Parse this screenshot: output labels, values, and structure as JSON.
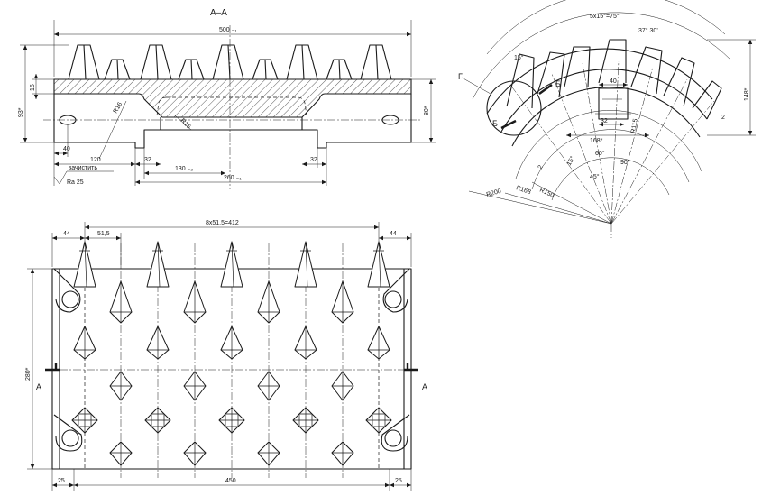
{
  "section": {
    "title": "А–А",
    "dim_total_width": "500 ₋₁",
    "dim_thickness": "16",
    "dim_overall_height": "93*",
    "dim_right_height": "80*",
    "dim_left_offset": "40",
    "dim_left_edge": "120",
    "dim_channel_left": "32",
    "dim_channel_right": "32",
    "dim_inner": "130 ₋₂",
    "dim_bottom": "260 ₋₁",
    "radius_left": "R16",
    "radius_right": "R15",
    "note_clean": "зачистить",
    "roughness": "Ra 25"
  },
  "arc": {
    "dim_top": "5x15°=75°",
    "dim_angle_right": "37° 30'",
    "dim_angle_left": "15°",
    "label_g": "Г",
    "label_b_top": "Б",
    "label_b_left": "Б",
    "dim_40": "40",
    "dim_32": "32",
    "dim_168": "168*",
    "dim_r115": "R115",
    "dim_148": "148*",
    "dim_2_right": "2",
    "dim_2_left": "2",
    "dim_60": "60°",
    "dim_90": "90°",
    "dim_45": "45°",
    "dim_15b": "15°",
    "dim_r150": "R150",
    "dim_r168": "R168",
    "dim_r200": "R200"
  },
  "plan": {
    "dim_pitch": "8x51,5=412",
    "dim_left_44": "44",
    "dim_51": "51,5",
    "dim_right_44": "44",
    "dim_height": "280*",
    "dim_bottom_25_left": "25",
    "dim_450": "450",
    "dim_bottom_25_right": "25",
    "label_a_left": "А",
    "label_a_right": "А"
  }
}
